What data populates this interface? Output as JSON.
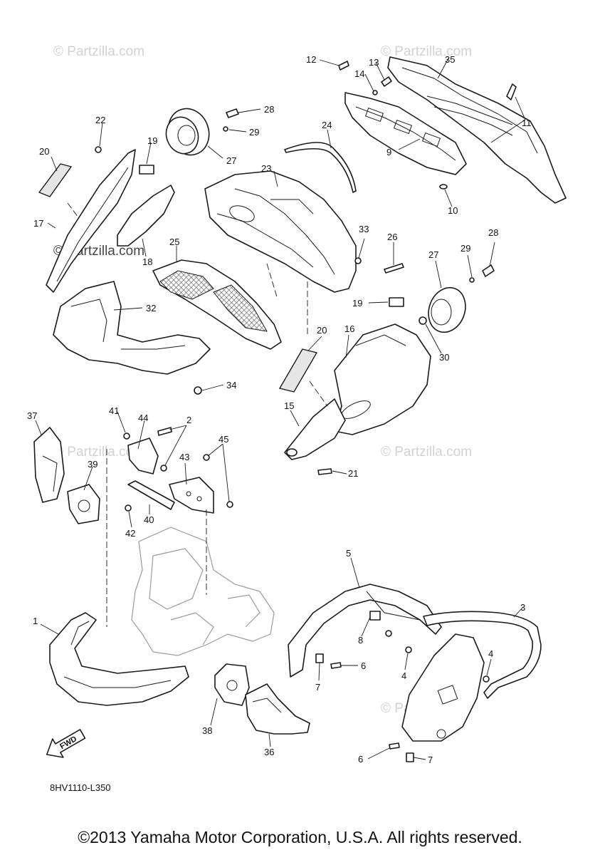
{
  "watermarks": [
    "© Partzilla.com",
    "© Partzilla.com",
    "© Partzilla.com",
    "© Partzilla.com",
    "© Partzilla.com",
    "© Partzilla.com"
  ],
  "diagram_code": "8HV1110-L350",
  "fwd_label": "FWD",
  "copyright": "©2013 Yamaha Motor Corporation, U.S.A. All rights reserved.",
  "callouts": {
    "c1": "1",
    "c2": "2",
    "c3": "3",
    "c4a": "4",
    "c4b": "4",
    "c5": "5",
    "c6a": "6",
    "c6b": "6",
    "c7a": "7",
    "c7b": "7",
    "c8": "8",
    "c9": "9",
    "c10": "10",
    "c11": "11",
    "c12": "12",
    "c13": "13",
    "c14": "14",
    "c15": "15",
    "c16": "16",
    "c17": "17",
    "c18": "18",
    "c19a": "19",
    "c19b": "19",
    "c20a": "20",
    "c20b": "20",
    "c21": "21",
    "c22": "22",
    "c23": "23",
    "c24": "24",
    "c25": "25",
    "c26": "26",
    "c27a": "27",
    "c27b": "27",
    "c28a": "28",
    "c28b": "28",
    "c29a": "29",
    "c29b": "29",
    "c30": "30",
    "c32": "32",
    "c33": "33",
    "c34": "34",
    "c35": "35",
    "c36": "36",
    "c37": "37",
    "c38": "38",
    "c39": "39",
    "c40": "40",
    "c41": "41",
    "c42": "42",
    "c43": "43",
    "c44": "44",
    "c45": "45"
  }
}
